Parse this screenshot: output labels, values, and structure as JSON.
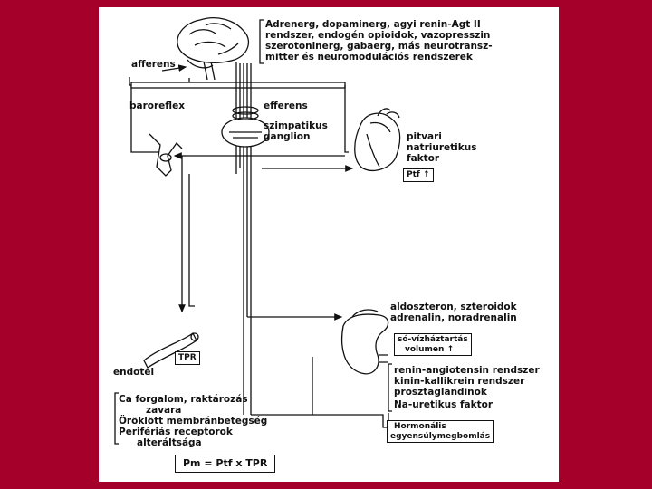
{
  "neuro_list": [
    "Adrenerg, dopaminerg, agyi renin-Agt II",
    "rendszer, endogén opioidok, vazopresszin",
    "szerotoninerg, gabaerg, más neurotransz-",
    "mitter és neuromodulációs rendszerek"
  ],
  "labels": {
    "afferens": "afferens",
    "baroreflex": "baroreflex",
    "efferens": "efferens",
    "ganglion_1": "szimpatikus",
    "ganglion_2": "ganglion",
    "heart_1": "pitvari",
    "heart_2": "natriuretikus",
    "heart_3": "faktor",
    "ptf_box": "Ptf ↑",
    "kidney_top_1": "aldoszteron, szteroidok",
    "kidney_top_2": "adrenalin, noradrenalin",
    "salt_box_1": "só-vízháztartás",
    "salt_box_2": "volumen ↑",
    "endotel": "endotel",
    "tpr_box": "TPR",
    "hormonal_box_1": "Hormonális",
    "hormonal_box_2": "egyensúlymegbomlás",
    "formula": "Pm = Ptf x TPR"
  },
  "kidney_list": [
    "renin-angiotensin rendszer",
    "kinin-kallikrein rendszer",
    "prosztaglandinok",
    "Na-uretikus faktor"
  ],
  "vessel_list": [
    "Ca forgalom, raktározás",
    "zavara",
    "Öröklött membránbetegség",
    "Perifériás receptorok",
    "alteráltsága"
  ]
}
